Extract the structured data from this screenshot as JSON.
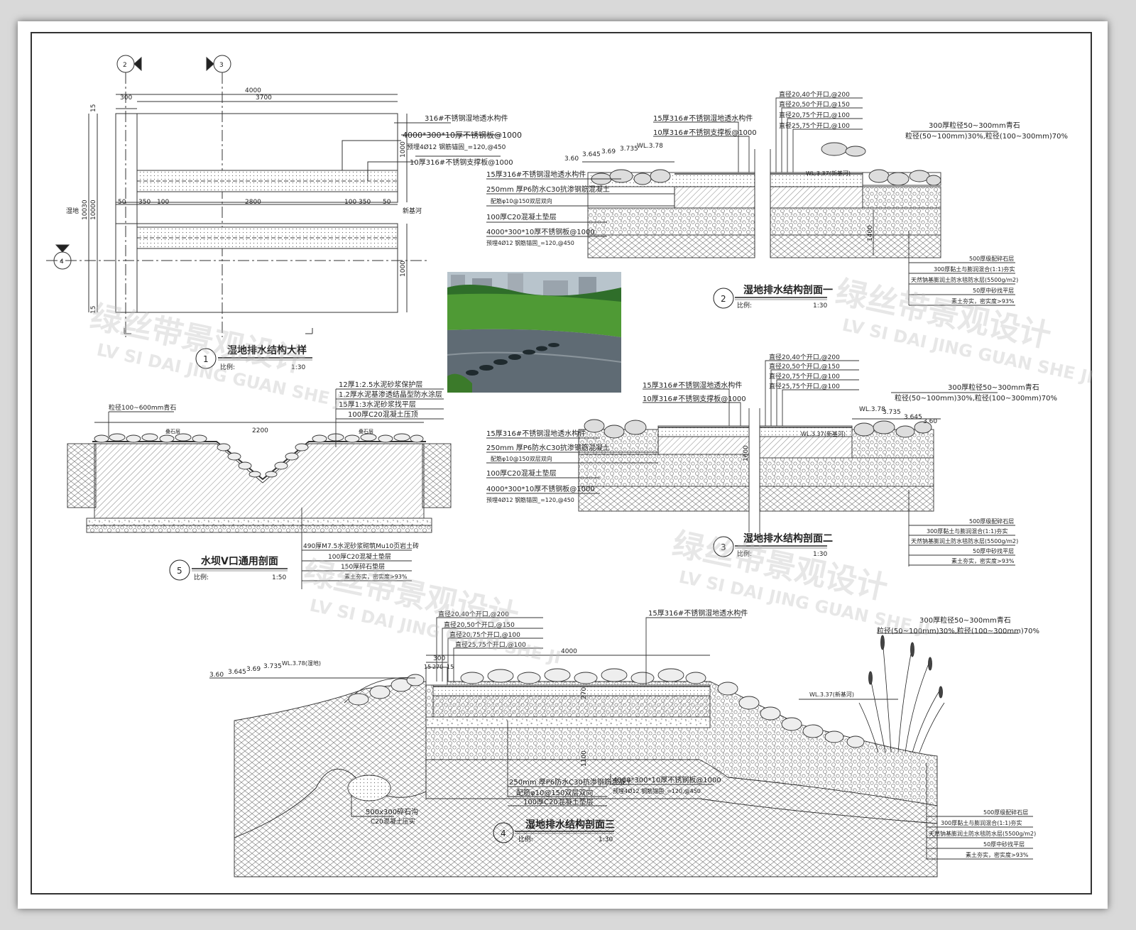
{
  "watermark": {
    "cn": "绿丝带景观设计",
    "en": "LV SI DAI JING GUAN SHE JI"
  },
  "colors": {
    "line": "#333333",
    "hatch": "#555555",
    "grass": "#3e8d2f",
    "water": "#5f6b74",
    "sky": "#c9d2d8"
  },
  "detail1": {
    "title": "湿地排水结构大样",
    "scale_label": "比例:",
    "scale": "1:30",
    "no": "1",
    "marks": [
      "2",
      "3",
      "4"
    ],
    "dims_top": [
      "4000",
      "3700",
      "300"
    ],
    "dims_left": [
      "10030",
      "10000",
      "15",
      "15"
    ],
    "dims_mid": [
      "50",
      "350",
      "100",
      "2800",
      "100",
      "350",
      "50"
    ],
    "dims_right": [
      "1000",
      "1000"
    ],
    "label_left": "湿地",
    "label_right": "新基河",
    "notes": [
      "316#不锈钢湿地透水构件",
      "4000*300*10厚不锈钢板@1000",
      "预埋4Ø12 钢筋锚固_=120,@450",
      "10厚316#不锈钢支撑板@1000"
    ]
  },
  "section1": {
    "title": "湿地排水结构剖面一",
    "scale_label": "比例:",
    "scale": "1:30",
    "no": "2",
    "openings": [
      "直径20,40个开口,@200",
      "直径20,50个开口,@150",
      "直径20,75个开口,@100",
      "直径25,75个开口,@100"
    ],
    "top_left": [
      "15厚316#不锈钢湿地透水构件",
      "10厚316#不锈钢支撑板@1000"
    ],
    "levels": [
      "3.60",
      "3.645",
      "3.69",
      "3.735",
      "WL.3.78",
      "WL.3.37(新基河)"
    ],
    "stone": [
      "300厚粒径50~300mm青石",
      "粒径(50~100mm)30%,粒径(100~300mm)70%"
    ],
    "left_labels": [
      "15厚316#不锈钢湿地透水构件",
      "250mm 厚P6防水C30抗渗钢筋混凝土",
      "配筋φ10@150双层双向",
      "100厚C20混凝土垫层",
      "4000*300*10厚不锈钢板@1000",
      "预埋4Ø12 钢筋锚固_=120,@450"
    ],
    "dim_v": "1400",
    "layers": [
      "500厚级配碎石层",
      "300厚黏土与膨润混合(1:1)夯实",
      "天然钠基膨润土防水毯防水层(5500g/m2)",
      "50厚中砂找平层",
      "素土夯实，密实度>93%"
    ]
  },
  "section2": {
    "title": "湿地排水结构剖面二",
    "scale_label": "比例:",
    "scale": "1:30",
    "no": "3",
    "openings": [
      "直径20,40个开口,@200",
      "直径20,50个开口,@150",
      "直径20,75个开口,@100",
      "直径25,75个开口,@100"
    ],
    "top_left": [
      "15厚316#不锈钢湿地透水构件",
      "10厚316#不锈钢支撑板@1000"
    ],
    "levels": [
      "WL.3.78",
      "3.735",
      "3.645",
      "3.60",
      "WL.3.37(新基河)"
    ],
    "stone": [
      "300厚粒径50~300mm青石",
      "粒径(50~100mm)30%,粒径(100~300mm)70%"
    ],
    "left_labels": [
      "15厚316#不锈钢湿地透水构件",
      "250mm 厚P6防水C30抗渗钢筋混凝土",
      "配筋φ10@150双层双向",
      "100厚C20混凝土垫层",
      "4000*300*10厚不锈钢板@1000",
      "预埋4Ø12 钢筋锚固_=120,@450"
    ],
    "dim_v": "1600",
    "layers": [
      "500厚级配碎石层",
      "300厚黏土与膨润混合(1:1)夯实",
      "天然钠基膨润土防水毯防水层(5500g/m2)",
      "50厚中砂找平层",
      "素土夯实，密实度>93%"
    ]
  },
  "section_v": {
    "title": "水坝V口通用剖面",
    "scale_label": "比例:",
    "scale": "1:50",
    "no": "5",
    "top_stone": "粒径100~600mm青石",
    "dim": "2200",
    "notes_top": [
      "12厚1:2.5水泥砂浆保护层",
      "1.2厚水泥基渗透结晶型防水涂层",
      "15厚1:3水泥砂浆找平层",
      "100厚C20混凝土压顶"
    ],
    "small": [
      "叠石层",
      "叠石层"
    ],
    "notes_bottom": [
      "490厚M7.5水泥砂浆砌筑Mu10页岩土砖",
      "100厚C20混凝土垫层",
      "150厚碎石垫层",
      "素土夯实，密实度>93%"
    ]
  },
  "section3": {
    "title": "湿地排水结构剖面三",
    "scale_label": "比例:",
    "scale": "1:30",
    "no": "4",
    "openings": [
      "直径20,40个开口,@200",
      "直径20,50个开口,@150",
      "直径20,75个开口,@100",
      "直径25,75个开口,@100"
    ],
    "top_right": "15厚316#不锈钢湿地透水构件",
    "dims": [
      "4000",
      "300",
      "15",
      "270",
      "15"
    ],
    "levels": [
      "3.60",
      "3.645",
      "3.69",
      "3.735",
      "WL.3.78(湿地)",
      "WL.3.37(新基河)"
    ],
    "stone": [
      "300厚粒径50~300mm青石",
      "粒径(50~100mm)30%,粒径(100~300mm)70%"
    ],
    "bottom_labels": [
      "250mm 厚P6防水C30抗渗钢筋混凝土",
      "配筋φ10@150双层双向",
      "100厚C20混凝土垫层"
    ],
    "plate": [
      "4000*300*10厚不锈钢板@1000",
      "预埋4Ø12 钢筋锚固_=120,@450"
    ],
    "ditch": [
      "500x300碎石沟",
      "C20混凝土压实"
    ],
    "dim_v": [
      "270",
      "1100"
    ],
    "layers": [
      "500厚级配碎石层",
      "300厚黏土与膨润混合(1:1)夯实",
      "天然钠基膨润土防水毯防水层(5500g/m2)",
      "50厚中砂找平层",
      "素土夯实，密实度>93%"
    ]
  }
}
